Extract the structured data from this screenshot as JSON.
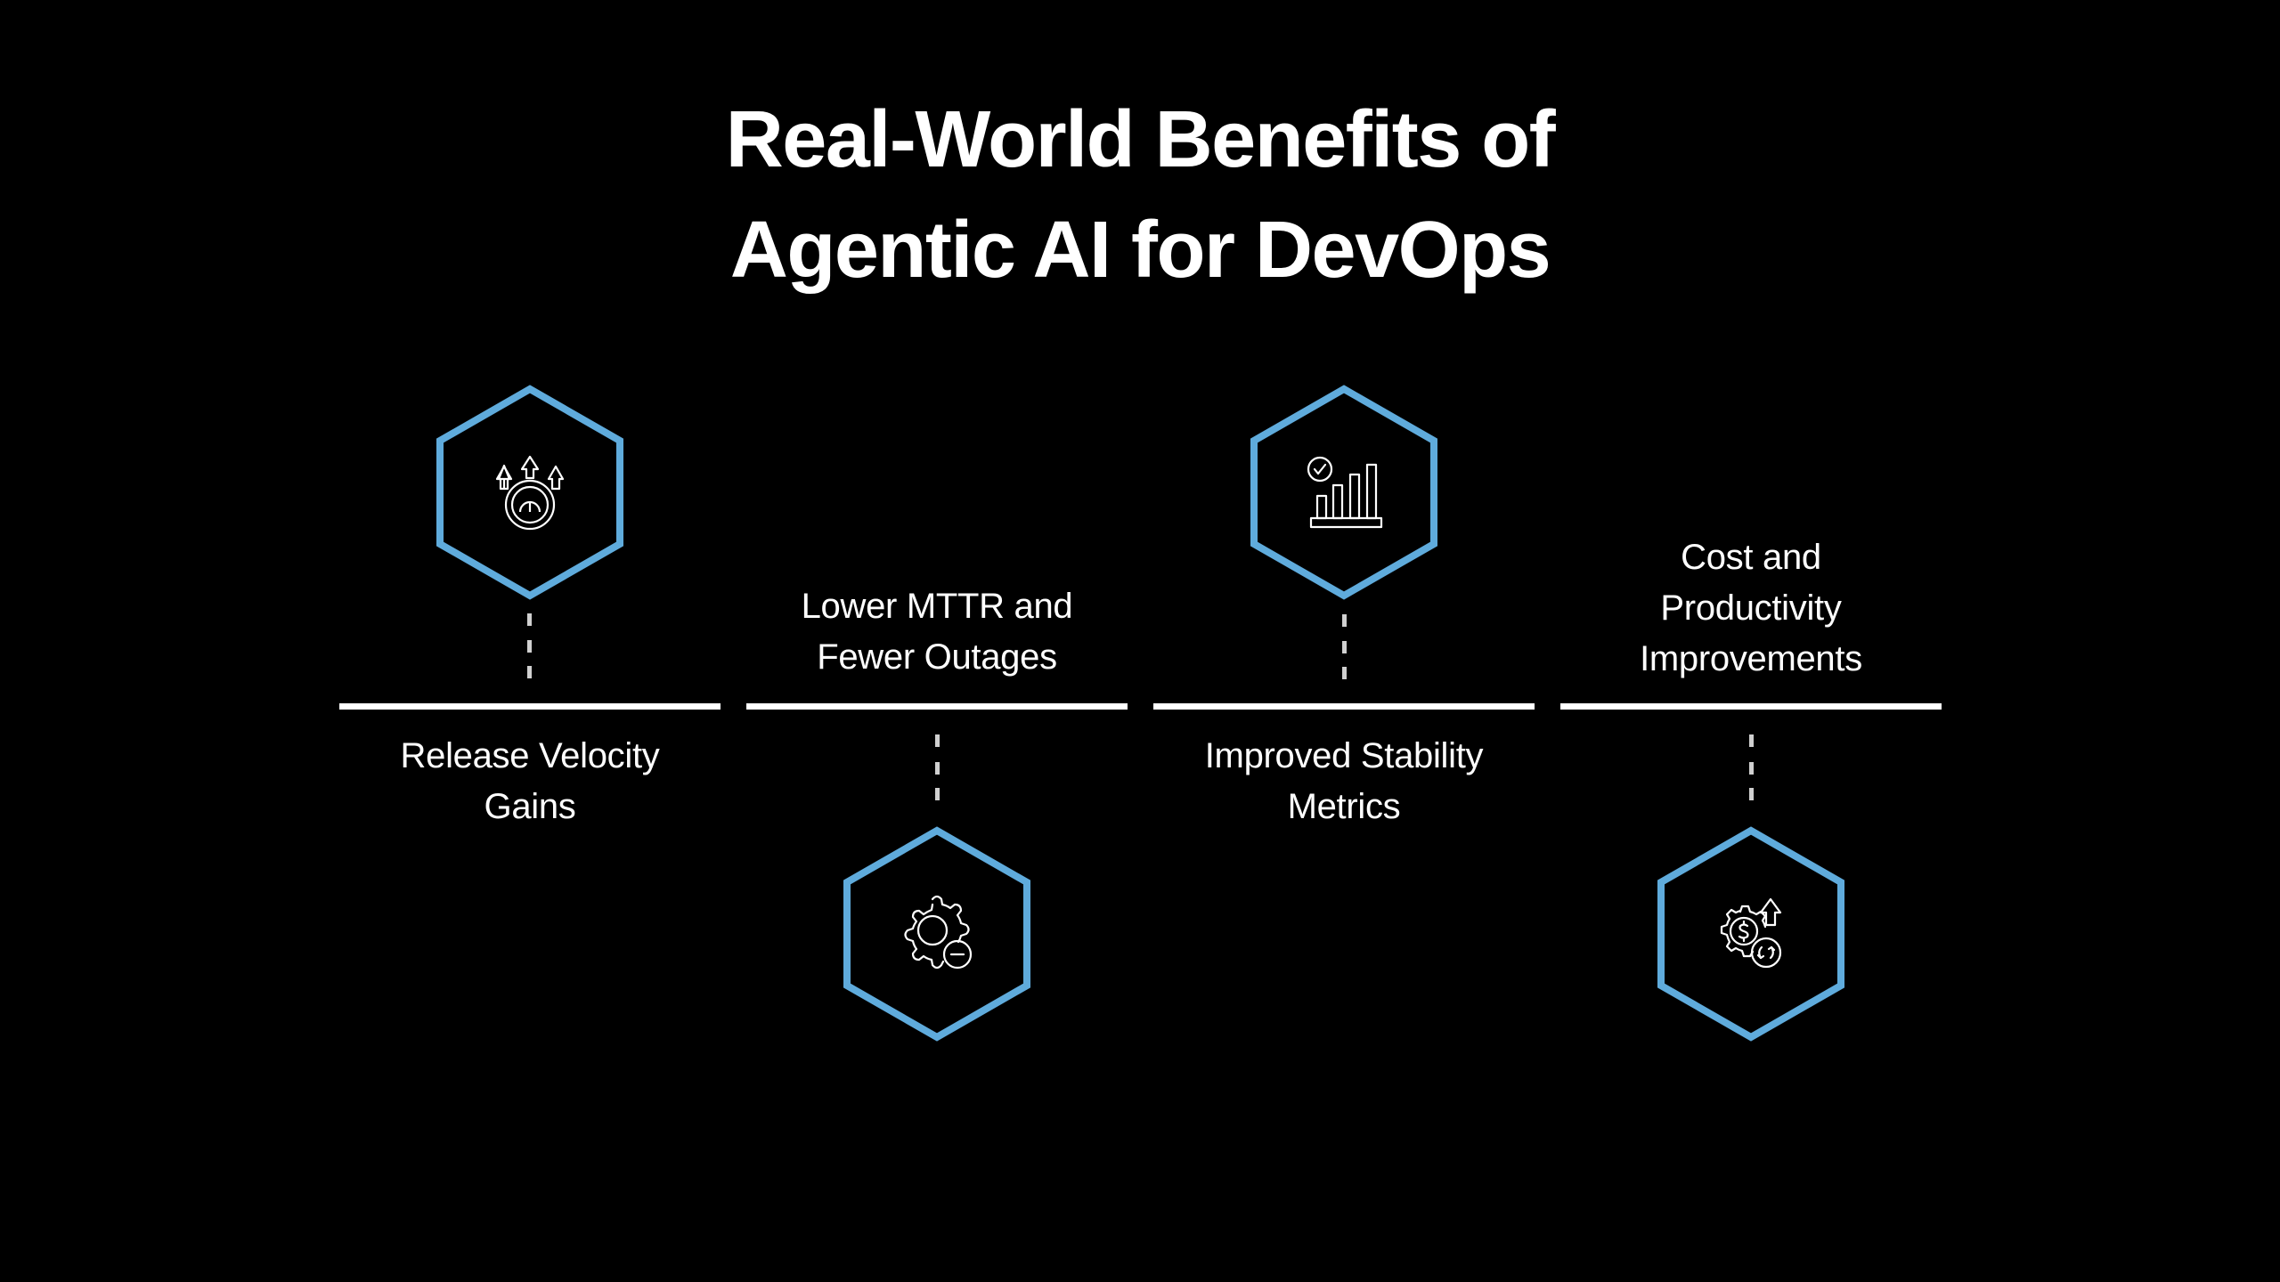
{
  "title": {
    "line1": "Real-World Benefits of",
    "line2": "Agentic AI for DevOps"
  },
  "colors": {
    "background": "#000000",
    "hexagon_stroke": "#5fabdc",
    "text": "#ffffff",
    "connector": "#d0d0d0"
  },
  "items": [
    {
      "label_lines": [
        "Release Velocity",
        "Gains"
      ],
      "icon": "speedometer-arrows-up-icon",
      "label_position": "below",
      "hexagon_position": "above"
    },
    {
      "label_lines": [
        "Lower MTTR and",
        "Fewer Outages"
      ],
      "icon": "gear-minus-icon",
      "label_position": "above",
      "hexagon_position": "below"
    },
    {
      "label_lines": [
        "Improved Stability",
        "Metrics"
      ],
      "icon": "bar-chart-check-icon",
      "label_position": "below",
      "hexagon_position": "above"
    },
    {
      "label_lines": [
        "Cost and",
        "Productivity",
        "Improvements"
      ],
      "icon": "gear-dollar-refresh-arrow-icon",
      "label_position": "above",
      "hexagon_position": "below"
    }
  ]
}
